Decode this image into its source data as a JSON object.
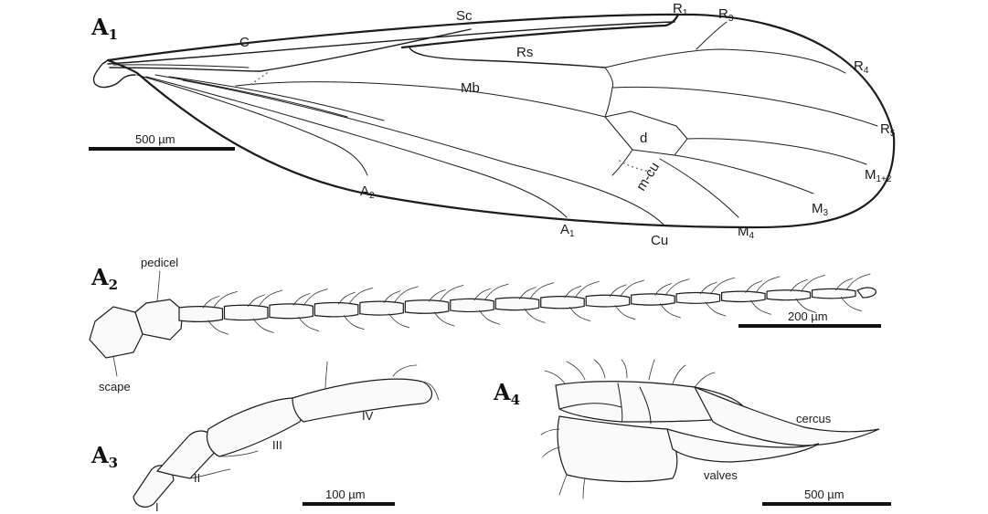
{
  "panels": {
    "a1": {
      "letter": "A",
      "sub": "1"
    },
    "a2": {
      "letter": "A",
      "sub": "2"
    },
    "a3": {
      "letter": "A",
      "sub": "3"
    },
    "a4": {
      "letter": "A",
      "sub": "4"
    }
  },
  "wing_labels": {
    "c": "C",
    "sc": "Sc",
    "r1": "R",
    "r1_sub": "1",
    "r3": "R",
    "r3_sub": "3",
    "r4": "R",
    "r4_sub": "4",
    "r5": "R",
    "r5_sub": "5",
    "rs": "Rs",
    "mb": "Mb",
    "d": "d",
    "mcu": "m-cu",
    "m12": "M",
    "m12_sub": "1+2",
    "m3": "M",
    "m3_sub": "3",
    "m4": "M",
    "m4_sub": "4",
    "cu": "Cu",
    "a1": "A",
    "a1_sub": "1",
    "a2": "A",
    "a2_sub": "2"
  },
  "antenna_labels": {
    "pedicel": "pedicel",
    "scape": "scape"
  },
  "palp_labels": {
    "i": "I",
    "ii": "II",
    "iii": "III",
    "iv": "IV"
  },
  "terminalia_labels": {
    "cercus": "cercus",
    "valves": "valves"
  },
  "scale_bars": {
    "wing": "500 µm",
    "antenna": "200 µm",
    "palp": "100 µm",
    "terminalia": "500 µm"
  }
}
